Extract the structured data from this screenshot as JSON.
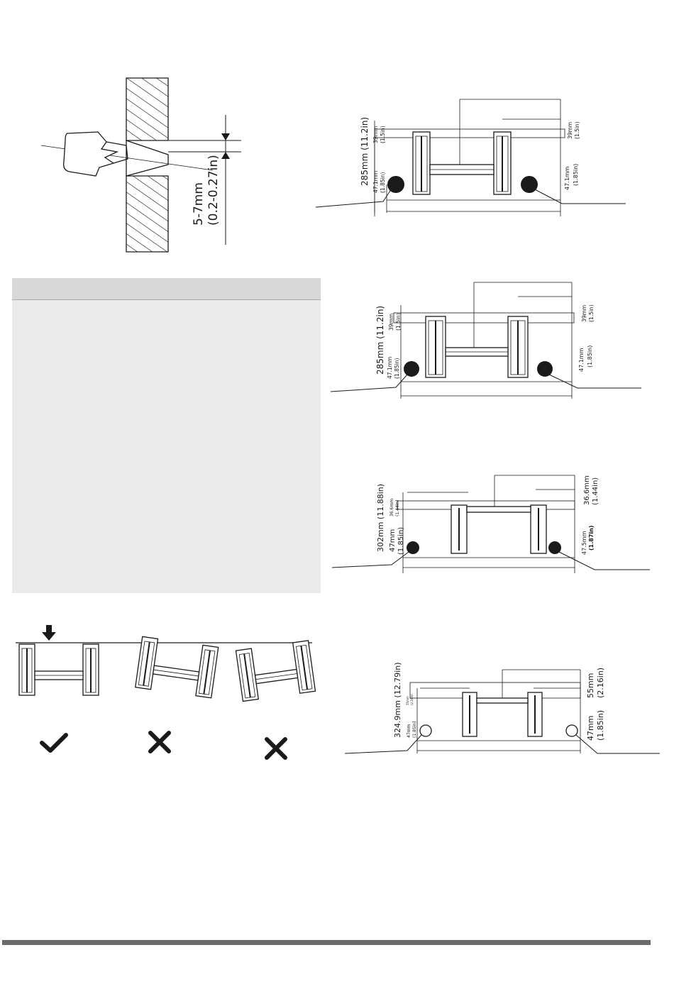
{
  "drill": {
    "depth_label": "5-7mm",
    "depth_label_in": "(0.2-0.27in)"
  },
  "diagram1": {
    "height": "285mm (11.2in)",
    "top_left_mm": "39mm",
    "top_left_in": "(1.5in)",
    "bottom_left_mm": "47.1mm",
    "bottom_left_in": "(1.85in)",
    "top_right_mm": "39mm",
    "top_right_in": "(1.5in)",
    "bottom_right_mm": "47.1mm",
    "bottom_right_in": "(1.85in)"
  },
  "diagram2": {
    "height": "285mm (11.2in)",
    "top_left_mm": "39mm",
    "top_left_in": "(1.5in)",
    "bottom_left_mm": "47.1mm",
    "bottom_left_in": "(1.85in)",
    "top_right_mm": "39mm",
    "top_right_in": "(1.5in)",
    "bottom_right_mm": "47.1mm",
    "bottom_right_in": "(1.85in)"
  },
  "diagram3": {
    "height": "302mm (11.88in)",
    "top_left_mm": "36.6mm",
    "top_left_in": "(1.44in)",
    "bottom_left_mm": "47mm",
    "bottom_left_in": "(1.85in)",
    "top_right_mm": "36.6mm",
    "top_right_in": "(1.44in)",
    "bottom_right_mm": "47.5mm",
    "bottom_right_in": "(1.87in)"
  },
  "diagram4": {
    "height": "324.9mm (12.79in)",
    "top_left_mm": "55mm",
    "top_left_in": "(2.16in)",
    "bottom_left_mm": "47mm",
    "bottom_left_in": "(1.85in)",
    "top_right_mm": "55mm",
    "top_right_in": "(2.16in)",
    "bottom_right_mm": "47mm",
    "bottom_right_in": "(1.85in)"
  },
  "orientation": {
    "results": [
      "correct-check",
      "wrong-cross",
      "wrong-cross"
    ]
  },
  "colors": {
    "line": "#1a1a1a",
    "panel_bg": "#ebebeb",
    "panel_header": "#d8d8d8",
    "footer_bar": "#6b6b6b"
  }
}
